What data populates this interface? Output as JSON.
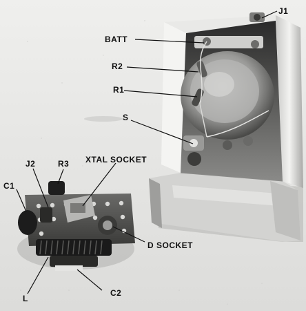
{
  "labels": {
    "j1": "J1",
    "batt": "BATT",
    "r2": "R2",
    "r1": "R1",
    "s": "S",
    "xtal_socket": "XTAL SOCKET",
    "j2": "J2",
    "r3": "R3",
    "c1": "C1",
    "d_socket": "D SOCKET",
    "l": "L",
    "c2": "C2"
  }
}
